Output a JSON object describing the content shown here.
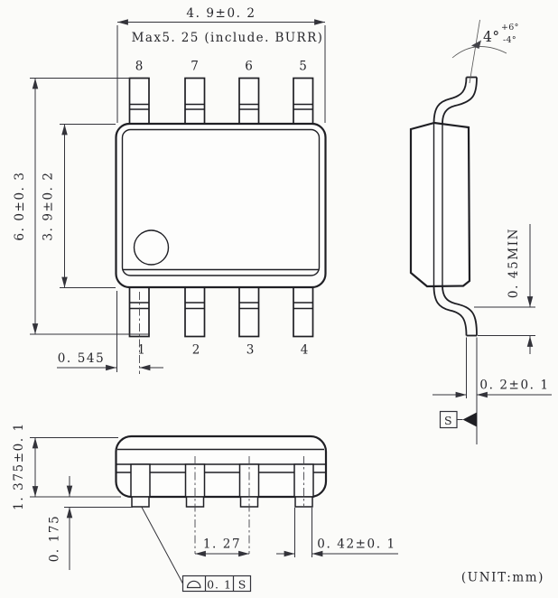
{
  "drawing": {
    "unit_note": "(UNIT:mm)",
    "colors": {
      "ink": "#26262b",
      "paper": "#fbfbf9"
    },
    "front_view": {
      "pins_top": [
        "8",
        "7",
        "6",
        "5"
      ],
      "pins_bottom": [
        "1",
        "2",
        "3",
        "4"
      ],
      "dim_body_width": "4. 9±0. 2",
      "dim_max_width": "Max5. 25 (include. BURR)",
      "dim_total_height": "6. 0±0. 3",
      "dim_body_height": "3. 9±0. 2",
      "dim_pin1_offset": "0. 545"
    },
    "side_view": {
      "dim_lead_angle": "4°",
      "angle_tol_plus": "+6°",
      "angle_tol_minus": "-4°",
      "dim_foot_length": "0. 45MIN",
      "dim_lead_thickness": "0. 2±0. 1",
      "datum_label": "S"
    },
    "bottom_view": {
      "dim_body_thickness": "1. 375±0. 1",
      "dim_standoff": "0. 175",
      "dim_lead_pitch": "1. 27",
      "dim_lead_width": "0. 42±0. 1",
      "frame": {
        "symbol_name": "profile-of-a-surface",
        "tolerance": "0. 1",
        "datum": "S"
      }
    }
  }
}
